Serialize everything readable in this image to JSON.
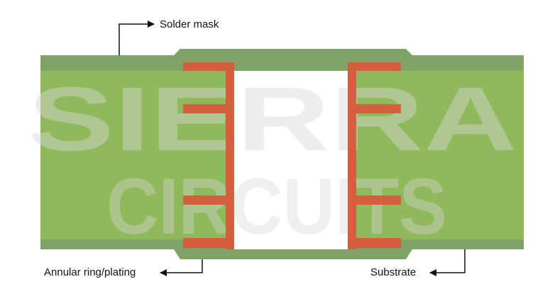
{
  "labels": {
    "solder_mask": "Solder mask",
    "annular_ring": "Annular ring/plating",
    "substrate": "Substrate"
  },
  "watermark": {
    "line1": "SIERRA",
    "line2": "CIRCUITS"
  },
  "colors": {
    "solder_mask": "#7fa265",
    "substrate": "#8fb95a",
    "plating": "#d95a3f",
    "hole": "#ffffff",
    "watermark": "#d8d8d8"
  }
}
